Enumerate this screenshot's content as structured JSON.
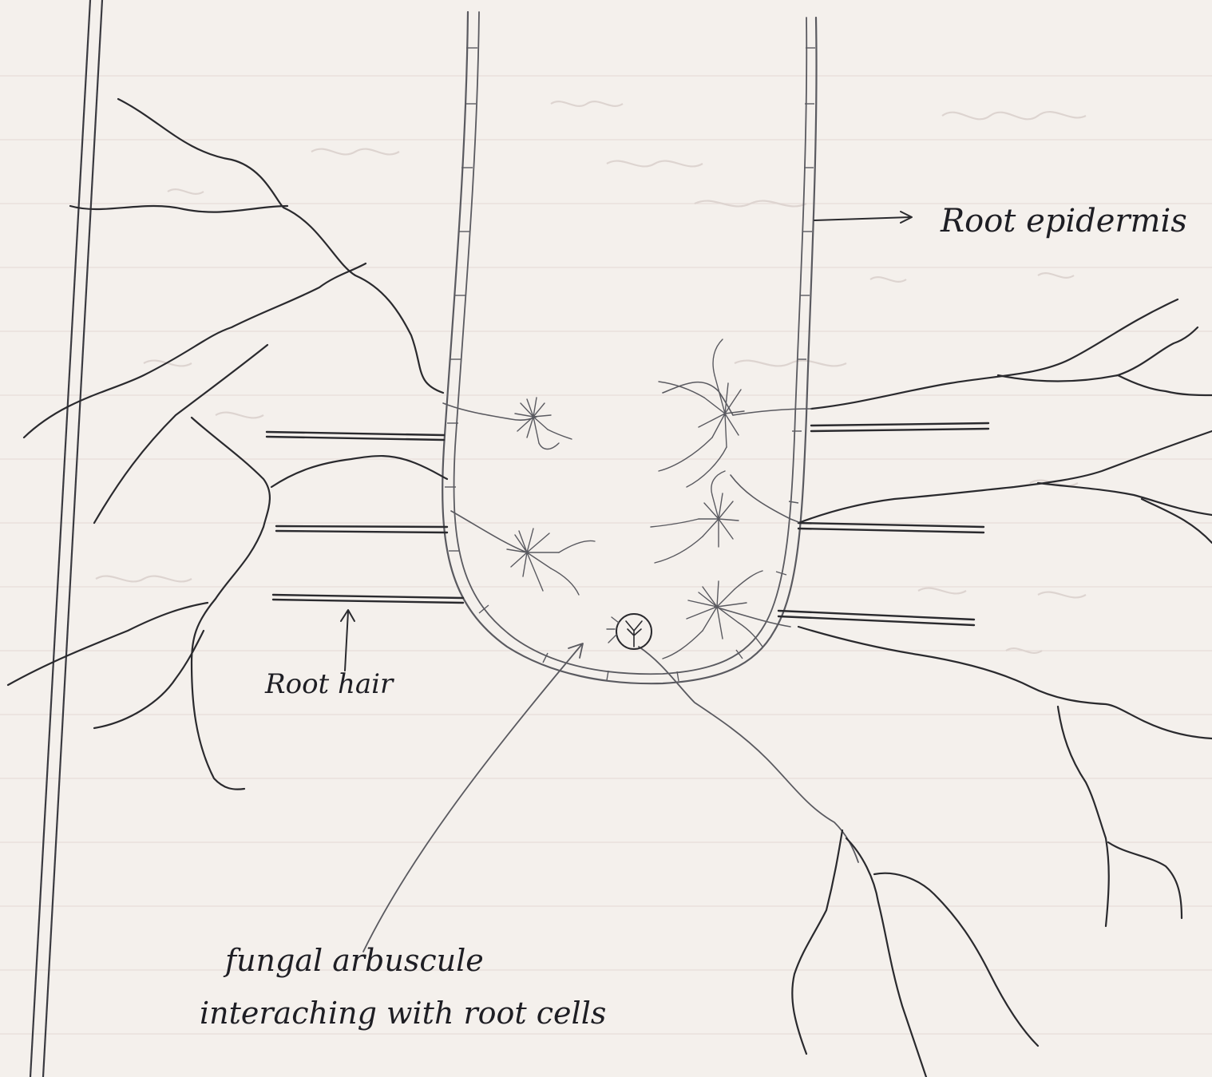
{
  "labels": {
    "root_epidermis": "Root epidermis",
    "root_hair": "Root hair",
    "fungal_arbuscule_line1": "fungal arbuscule",
    "fungal_arbuscule_line2": "interaching with root cells"
  }
}
